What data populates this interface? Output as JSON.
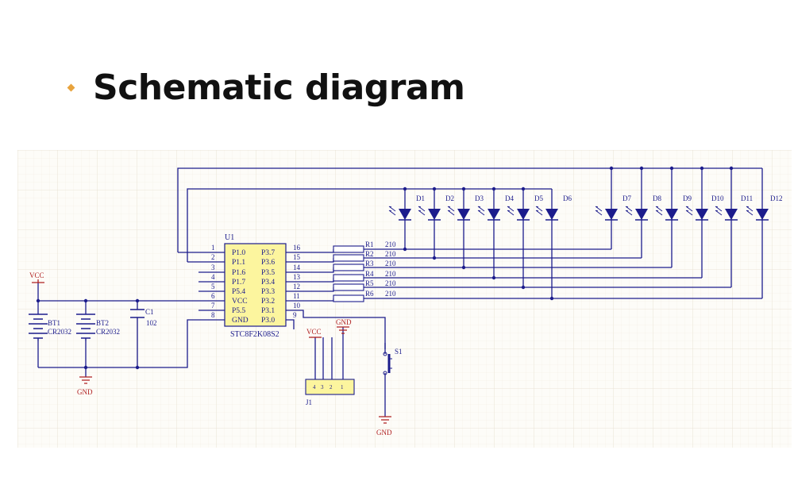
{
  "slide": {
    "title": "Schematic diagram"
  },
  "colors": {
    "wire": "#1c1c8c",
    "label": "#1c1c8c",
    "power": "#b02020",
    "chip": "#fcf59e",
    "bullet": "#e8a33d"
  },
  "schematic": {
    "mcu": {
      "ref": "U1",
      "part": "STC8F2K08S2",
      "left_pins": [
        {
          "num": "1",
          "name": "P1.0"
        },
        {
          "num": "2",
          "name": "P1.1"
        },
        {
          "num": "3",
          "name": "P1.6"
        },
        {
          "num": "4",
          "name": "P1.7"
        },
        {
          "num": "5",
          "name": "P5.4"
        },
        {
          "num": "6",
          "name": "VCC"
        },
        {
          "num": "7",
          "name": "P5.5"
        },
        {
          "num": "8",
          "name": "GND"
        }
      ],
      "right_pins": [
        {
          "num": "16",
          "name": "P3.7"
        },
        {
          "num": "15",
          "name": "P3.6"
        },
        {
          "num": "14",
          "name": "P3.5"
        },
        {
          "num": "13",
          "name": "P3.4"
        },
        {
          "num": "12",
          "name": "P3.3"
        },
        {
          "num": "11",
          "name": "P3.2"
        },
        {
          "num": "10",
          "name": "P3.1"
        },
        {
          "num": "9",
          "name": "P3.0"
        }
      ]
    },
    "resistors": [
      {
        "ref": "R1",
        "value": "210"
      },
      {
        "ref": "R2",
        "value": "210"
      },
      {
        "ref": "R3",
        "value": "210"
      },
      {
        "ref": "R4",
        "value": "210"
      },
      {
        "ref": "R5",
        "value": "210"
      },
      {
        "ref": "R6",
        "value": "210"
      }
    ],
    "leds": [
      "D1",
      "D2",
      "D3",
      "D4",
      "D5",
      "D6",
      "D7",
      "D8",
      "D9",
      "D10",
      "D11",
      "D12"
    ],
    "batteries": [
      {
        "ref": "BT1",
        "value": "CR2032"
      },
      {
        "ref": "BT2",
        "value": "CR2032"
      }
    ],
    "capacitor": {
      "ref": "C1",
      "value": "102"
    },
    "switch": {
      "ref": "S1"
    },
    "connector": {
      "ref": "J1",
      "pins": [
        "4",
        "3",
        "2",
        "1"
      ]
    },
    "net_labels": {
      "vcc": "VCC",
      "gnd": "GND"
    }
  }
}
